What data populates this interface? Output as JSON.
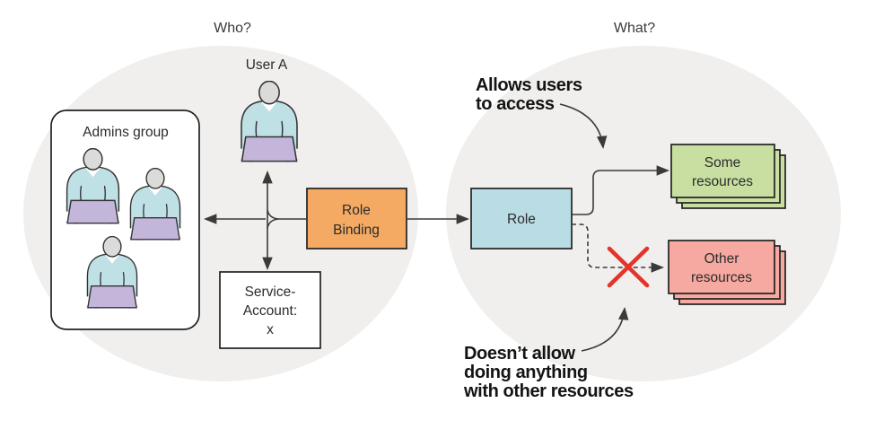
{
  "header": {
    "who_label": "Who?",
    "what_label": "What?"
  },
  "who": {
    "user_label": "User A",
    "group": {
      "title": "Admins group"
    },
    "service_account": {
      "line1": "Service-",
      "line2": "Account:",
      "line3": "x"
    }
  },
  "binding": {
    "line1": "Role",
    "line2": "Binding"
  },
  "role": {
    "label": "Role"
  },
  "what": {
    "allowed_stack": {
      "line1": "Some",
      "line2": "resources"
    },
    "denied_stack": {
      "line1": "Other",
      "line2": "resources"
    },
    "allow_note": {
      "line1": "Allows users",
      "line2": "to access"
    },
    "deny_note": {
      "line1": "Doesn’t allow",
      "line2": "doing anything",
      "line3": "with other resources"
    }
  },
  "icons": {
    "person": "person-at-laptop-icon",
    "x_mark": "red-cross-icon"
  },
  "colors": {
    "zone_bg": "#f0efed",
    "box_orange": "#f4aa63",
    "box_blue": "#badce5",
    "box_white": "#ffffff",
    "card_green": "#c9dfa2",
    "card_pink": "#f5a9a0",
    "person_shirt": "#bfe0e5",
    "person_head": "#dbdbd9",
    "laptop": "#c4b6db",
    "laptop_shadow": "#d2bde7",
    "x_mark": "#e5332c",
    "line": "#3a3a3a"
  }
}
